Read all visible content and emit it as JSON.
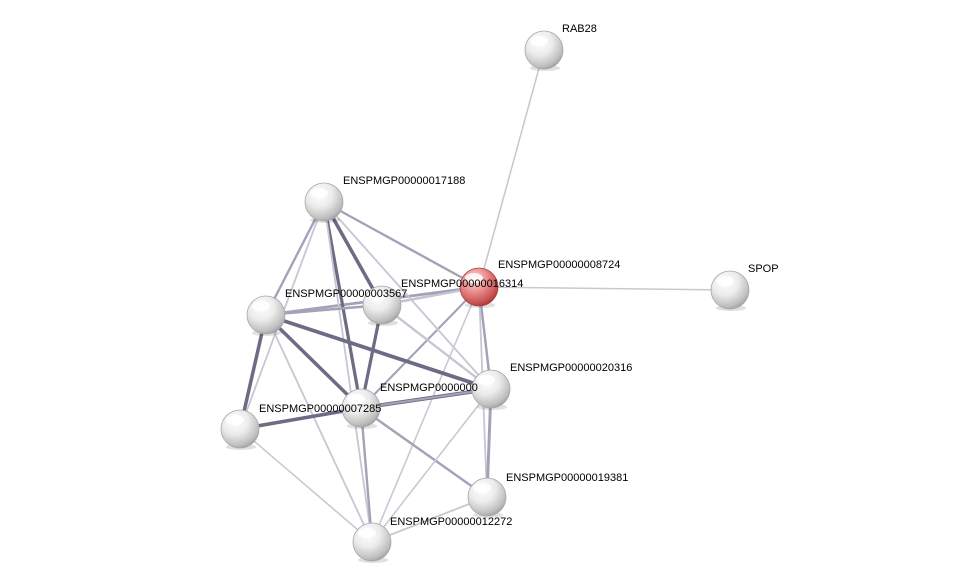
{
  "network": {
    "query_node": "ENSPMGP00000008724",
    "colors": {
      "query_node": "#e06c6c",
      "node": "#e2e2e2",
      "edge_light": "#c8c8d4",
      "edge_medium": "#a3a3b8",
      "edge_dark": "#6c6c84"
    },
    "nodes": [
      {
        "id": "RAB28",
        "label": "RAB28"
      },
      {
        "id": "SPOP",
        "label": "SPOP"
      },
      {
        "id": "ENSPMGP00000008724",
        "label": "ENSPMGP00000008724"
      },
      {
        "id": "ENSPMGP00000017188",
        "label": "ENSPMGP00000017188"
      },
      {
        "id": "ENSPMGP00000016314",
        "label": "ENSPMGP00000016314"
      },
      {
        "id": "ENSPMGP00000003567",
        "label": "ENSPMGP00000003567"
      },
      {
        "id": "ENSPMGP00000020316",
        "label": "ENSPMGP00000020316"
      },
      {
        "id": "ENSPMGP0000000",
        "label": "ENSPMGP0000000"
      },
      {
        "id": "ENSPMGP00000007285",
        "label": "ENSPMGP00000007285"
      },
      {
        "id": "ENSPMGP00000019381",
        "label": "ENSPMGP00000019381"
      },
      {
        "id": "ENSPMGP00000012272",
        "label": "ENSPMGP00000012272"
      }
    ],
    "edges": [
      {
        "source": "ENSPMGP00000008724",
        "target": "RAB28",
        "weight": 0.2
      },
      {
        "source": "ENSPMGP00000008724",
        "target": "SPOP",
        "weight": 0.2
      },
      {
        "source": "ENSPMGP00000008724",
        "target": "ENSPMGP00000017188",
        "weight": 0.5
      },
      {
        "source": "ENSPMGP00000008724",
        "target": "ENSPMGP00000016314",
        "weight": 0.6
      },
      {
        "source": "ENSPMGP00000008724",
        "target": "ENSPMGP00000003567",
        "weight": 0.5
      },
      {
        "source": "ENSPMGP00000008724",
        "target": "ENSPMGP0000000",
        "weight": 0.5
      },
      {
        "source": "ENSPMGP00000008724",
        "target": "ENSPMGP00000007285",
        "weight": 0.4
      },
      {
        "source": "ENSPMGP00000008724",
        "target": "ENSPMGP00000020316",
        "weight": 0.4
      },
      {
        "source": "ENSPMGP00000008724",
        "target": "ENSPMGP00000019381",
        "weight": 0.3
      },
      {
        "source": "ENSPMGP00000008724",
        "target": "ENSPMGP00000012272",
        "weight": 0.2
      },
      {
        "source": "ENSPMGP00000008724",
        "target": "ENSPMGP00000003567",
        "weight": 0.3
      },
      {
        "source": "ENSPMGP00000017188",
        "target": "ENSPMGP00000003567",
        "weight": 0.9
      },
      {
        "source": "ENSPMGP00000017188",
        "target": "ENSPMGP00000016314",
        "weight": 0.5
      },
      {
        "source": "ENSPMGP00000017188",
        "target": "ENSPMGP00000007285",
        "weight": 0.8
      },
      {
        "source": "ENSPMGP00000017188",
        "target": "ENSPMGP0000000",
        "weight": 0.3
      },
      {
        "source": "ENSPMGP00000017188",
        "target": "ENSPMGP00000012272",
        "weight": 0.3
      },
      {
        "source": "ENSPMGP00000017188",
        "target": "ENSPMGP00000020316",
        "weight": 0.2
      },
      {
        "source": "ENSPMGP00000016314",
        "target": "ENSPMGP00000003567",
        "weight": 0.5
      },
      {
        "source": "ENSPMGP00000016314",
        "target": "ENSPMGP00000007285",
        "weight": 0.9
      },
      {
        "source": "ENSPMGP00000016314",
        "target": "ENSPMGP0000000",
        "weight": 1.0
      },
      {
        "source": "ENSPMGP00000016314",
        "target": "ENSPMGP00000012272",
        "weight": 0.3
      },
      {
        "source": "ENSPMGP00000003567",
        "target": "ENSPMGP00000007285",
        "weight": 0.8
      },
      {
        "source": "ENSPMGP00000003567",
        "target": "ENSPMGP00000020316",
        "weight": 0.4
      },
      {
        "source": "ENSPMGP00000003567",
        "target": "ENSPMGP0000000",
        "weight": 0.3
      },
      {
        "source": "ENSPMGP00000007285",
        "target": "ENSPMGP0000000",
        "weight": 1.0
      },
      {
        "source": "ENSPMGP00000007285",
        "target": "ENSPMGP00000020316",
        "weight": 0.4
      },
      {
        "source": "ENSPMGP00000007285",
        "target": "ENSPMGP00000019381",
        "weight": 0.5
      },
      {
        "source": "ENSPMGP00000007285",
        "target": "ENSPMGP00000012272",
        "weight": 0.5
      },
      {
        "source": "ENSPMGP0000000",
        "target": "ENSPMGP00000012272",
        "weight": 0.2
      },
      {
        "source": "ENSPMGP00000020316",
        "target": "ENSPMGP00000019381",
        "weight": 0.7
      },
      {
        "source": "ENSPMGP00000019381",
        "target": "ENSPMGP00000012272",
        "weight": 0.3
      }
    ]
  }
}
